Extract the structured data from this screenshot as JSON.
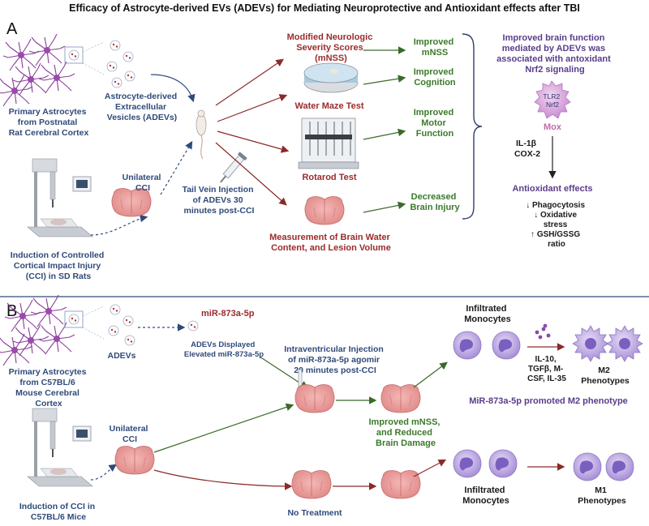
{
  "title": "Efficacy of Astrocyte-derived EVs (ADEVs) for Mediating Neuroprotective and Antioxidant effects after TBI",
  "panelA": {
    "letter": "A",
    "astrocytes": [
      "Primary Astrocytes",
      "from Postnatal",
      "Rat Cerebral Cortex"
    ],
    "adevs": [
      "Astrocyte-derived",
      "Extracellular",
      "Vesicles (ADEVs)"
    ],
    "cci_device": [
      "Induction of Controlled",
      "Cortical Impact Injury",
      "(CCI) in SD Rats"
    ],
    "unilateral": [
      "Unilateral",
      "CCI"
    ],
    "tail_vein": [
      "Tail Vein Injection",
      "of ADEVs 30",
      "minutes post-CCI"
    ],
    "mnss": [
      "Modified Neurologic",
      "Severity Scores",
      "(mNSS)"
    ],
    "water_maze": "Water Maze Test",
    "rotarod": "Rotarod Test",
    "brain_water": [
      "Measurement of Brain Water",
      "Content, and Lesion Volume"
    ],
    "outcomes": [
      [
        "Improved",
        "mNSS"
      ],
      [
        "Improved",
        "Cognition"
      ],
      [
        "Improved",
        "Motor",
        "Function"
      ],
      [
        "Decreased",
        "Brain Injury"
      ]
    ],
    "nrf2_title": [
      "Improved brain function",
      "mediated by ADEVs was",
      "associated with antoxidant",
      "Nrf2 signaling"
    ],
    "cell_labels": [
      "TLR2",
      "Nrf2"
    ],
    "mox": "Mox",
    "markers": [
      "IL-1β",
      "COX-2"
    ],
    "antioxidant_title": "Antioxidant effects",
    "effects": [
      "↓ Phagocytosis",
      "↓ Oxidative",
      "stress",
      "↑ GSH/GSSG",
      "ratio"
    ]
  },
  "panelB": {
    "letter": "B",
    "astrocytes": [
      "Primary Astrocytes",
      "from C57BL/6",
      "Mouse Cerebral",
      "Cortex"
    ],
    "adevs": "ADEVs",
    "mirna": "miR-873a-5p",
    "elevated": [
      "ADEVs Displayed",
      "Elevated miR-873a-5p"
    ],
    "injection": [
      "Intraventricular Injection",
      "of  miR-873a-5p agomir",
      "20 minutes post-CCI"
    ],
    "unilateral": [
      "Unilateral",
      "CCI"
    ],
    "cci_device": [
      "Induction of CCI in",
      "C57BL/6 Mice"
    ],
    "improved": [
      "Improved mNSS,",
      "and Reduced",
      "Brain Damage"
    ],
    "no_treatment": "No Treatment",
    "infiltrated_top": [
      "Infiltrated",
      "Monocytes"
    ],
    "infiltrated_bottom": [
      "Infiltrated",
      "Monocytes"
    ],
    "cytokines": [
      "IL-10,",
      "TGFβ, M-",
      "CSF, IL-35"
    ],
    "m2": [
      "M2",
      "Phenotypes"
    ],
    "m1": [
      "M1",
      "Phenotypes"
    ],
    "m2_promoted": "MiR-873a-5p promoted M2 phenotype"
  },
  "colors": {
    "blue_text": "#2f4a7a",
    "red_text": "#9b2b2b",
    "green_text": "#3a7a2a",
    "purple_text": "#5a3d8a",
    "divider": "#2f4a7a"
  }
}
